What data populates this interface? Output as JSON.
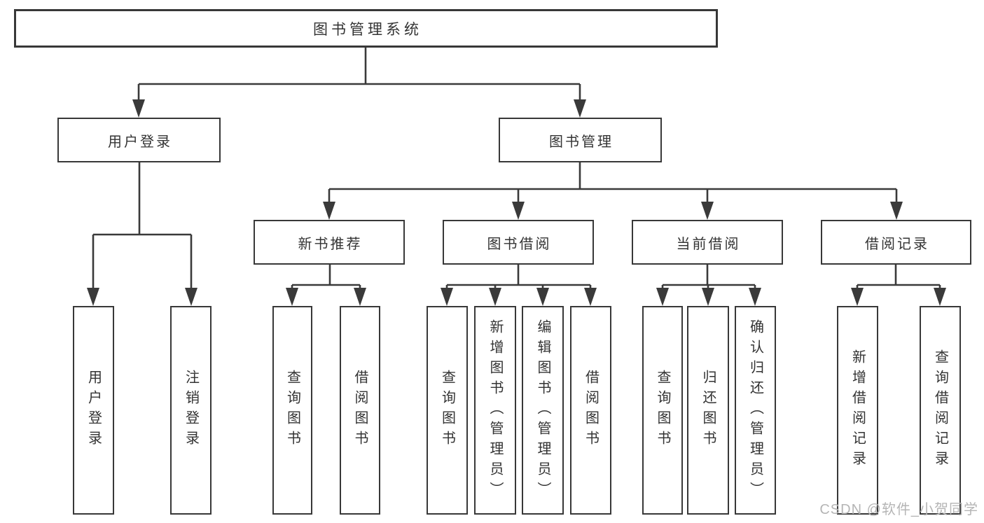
{
  "diagram_title": "图书管理系统",
  "nodes": {
    "root": "图书管理系统",
    "user_login": "用户登录",
    "book_mgmt": "图书管理",
    "new_book_rec": "新书推荐",
    "book_borrow": "图书借阅",
    "current_borrow": "当前借阅",
    "borrow_records": "借阅记录",
    "leaf_user_login": "用户登录",
    "leaf_logout": "注销登录",
    "leaf_rec_query": "查询图书",
    "leaf_rec_borrow": "借阅图书",
    "leaf_bb_query": "查询图书",
    "leaf_bb_add": "新增图书（管理员）",
    "leaf_bb_edit": "编辑图书（管理员）",
    "leaf_bb_borrow": "借阅图书",
    "leaf_cb_query": "查询图书",
    "leaf_cb_return": "归还图书",
    "leaf_cb_confirm": "确认归还（管理员）",
    "leaf_br_add": "新增借阅记录",
    "leaf_br_query": "查询借阅记录"
  },
  "watermark": "CSDN @软件_小贺同学",
  "colors": {
    "line": "#3a3a3a",
    "border": "#383838",
    "text": "#333333",
    "watermark": "#b5b5b5",
    "background": "#ffffff"
  }
}
